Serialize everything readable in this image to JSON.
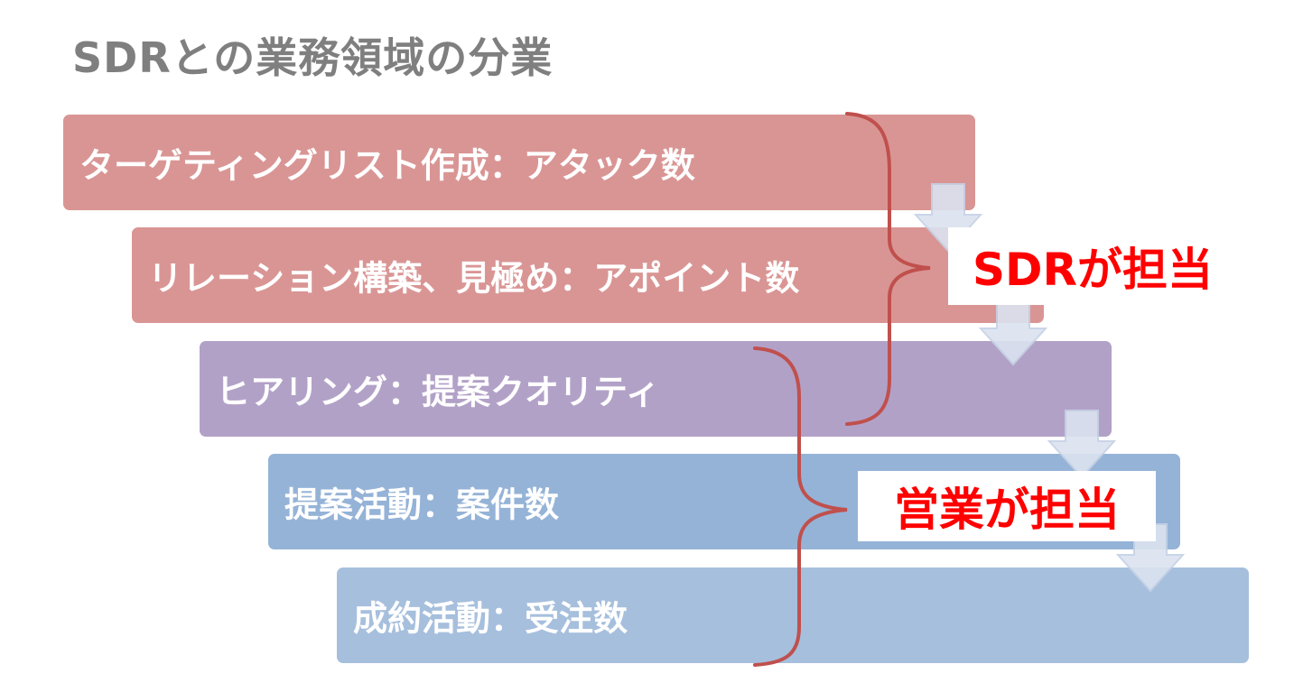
{
  "title": "SDRとの業務領域の分業",
  "steps": [
    {
      "label": "ターゲティングリスト作成：アタック数",
      "color": "#d99594"
    },
    {
      "label": "リレーション構築、見極め：アポイント数",
      "color": "#d99594"
    },
    {
      "label": "ヒアリング：提案クオリティ",
      "color": "#b2a1c7"
    },
    {
      "label": "提案活動：案件数",
      "color": "#95b3d7"
    },
    {
      "label": "成約活動：受注数",
      "color": "#a6bfdd"
    }
  ],
  "owners": {
    "sdr": {
      "label": "SDRが担当",
      "color": "#ff0000"
    },
    "sales": {
      "label": "営業が担当",
      "color": "#ff0000"
    }
  },
  "colors": {
    "title": "#7f7f7f",
    "brace": "#c0504d",
    "arrow": "#dbe3f0",
    "arrow_stroke": "#c5d1e6"
  }
}
